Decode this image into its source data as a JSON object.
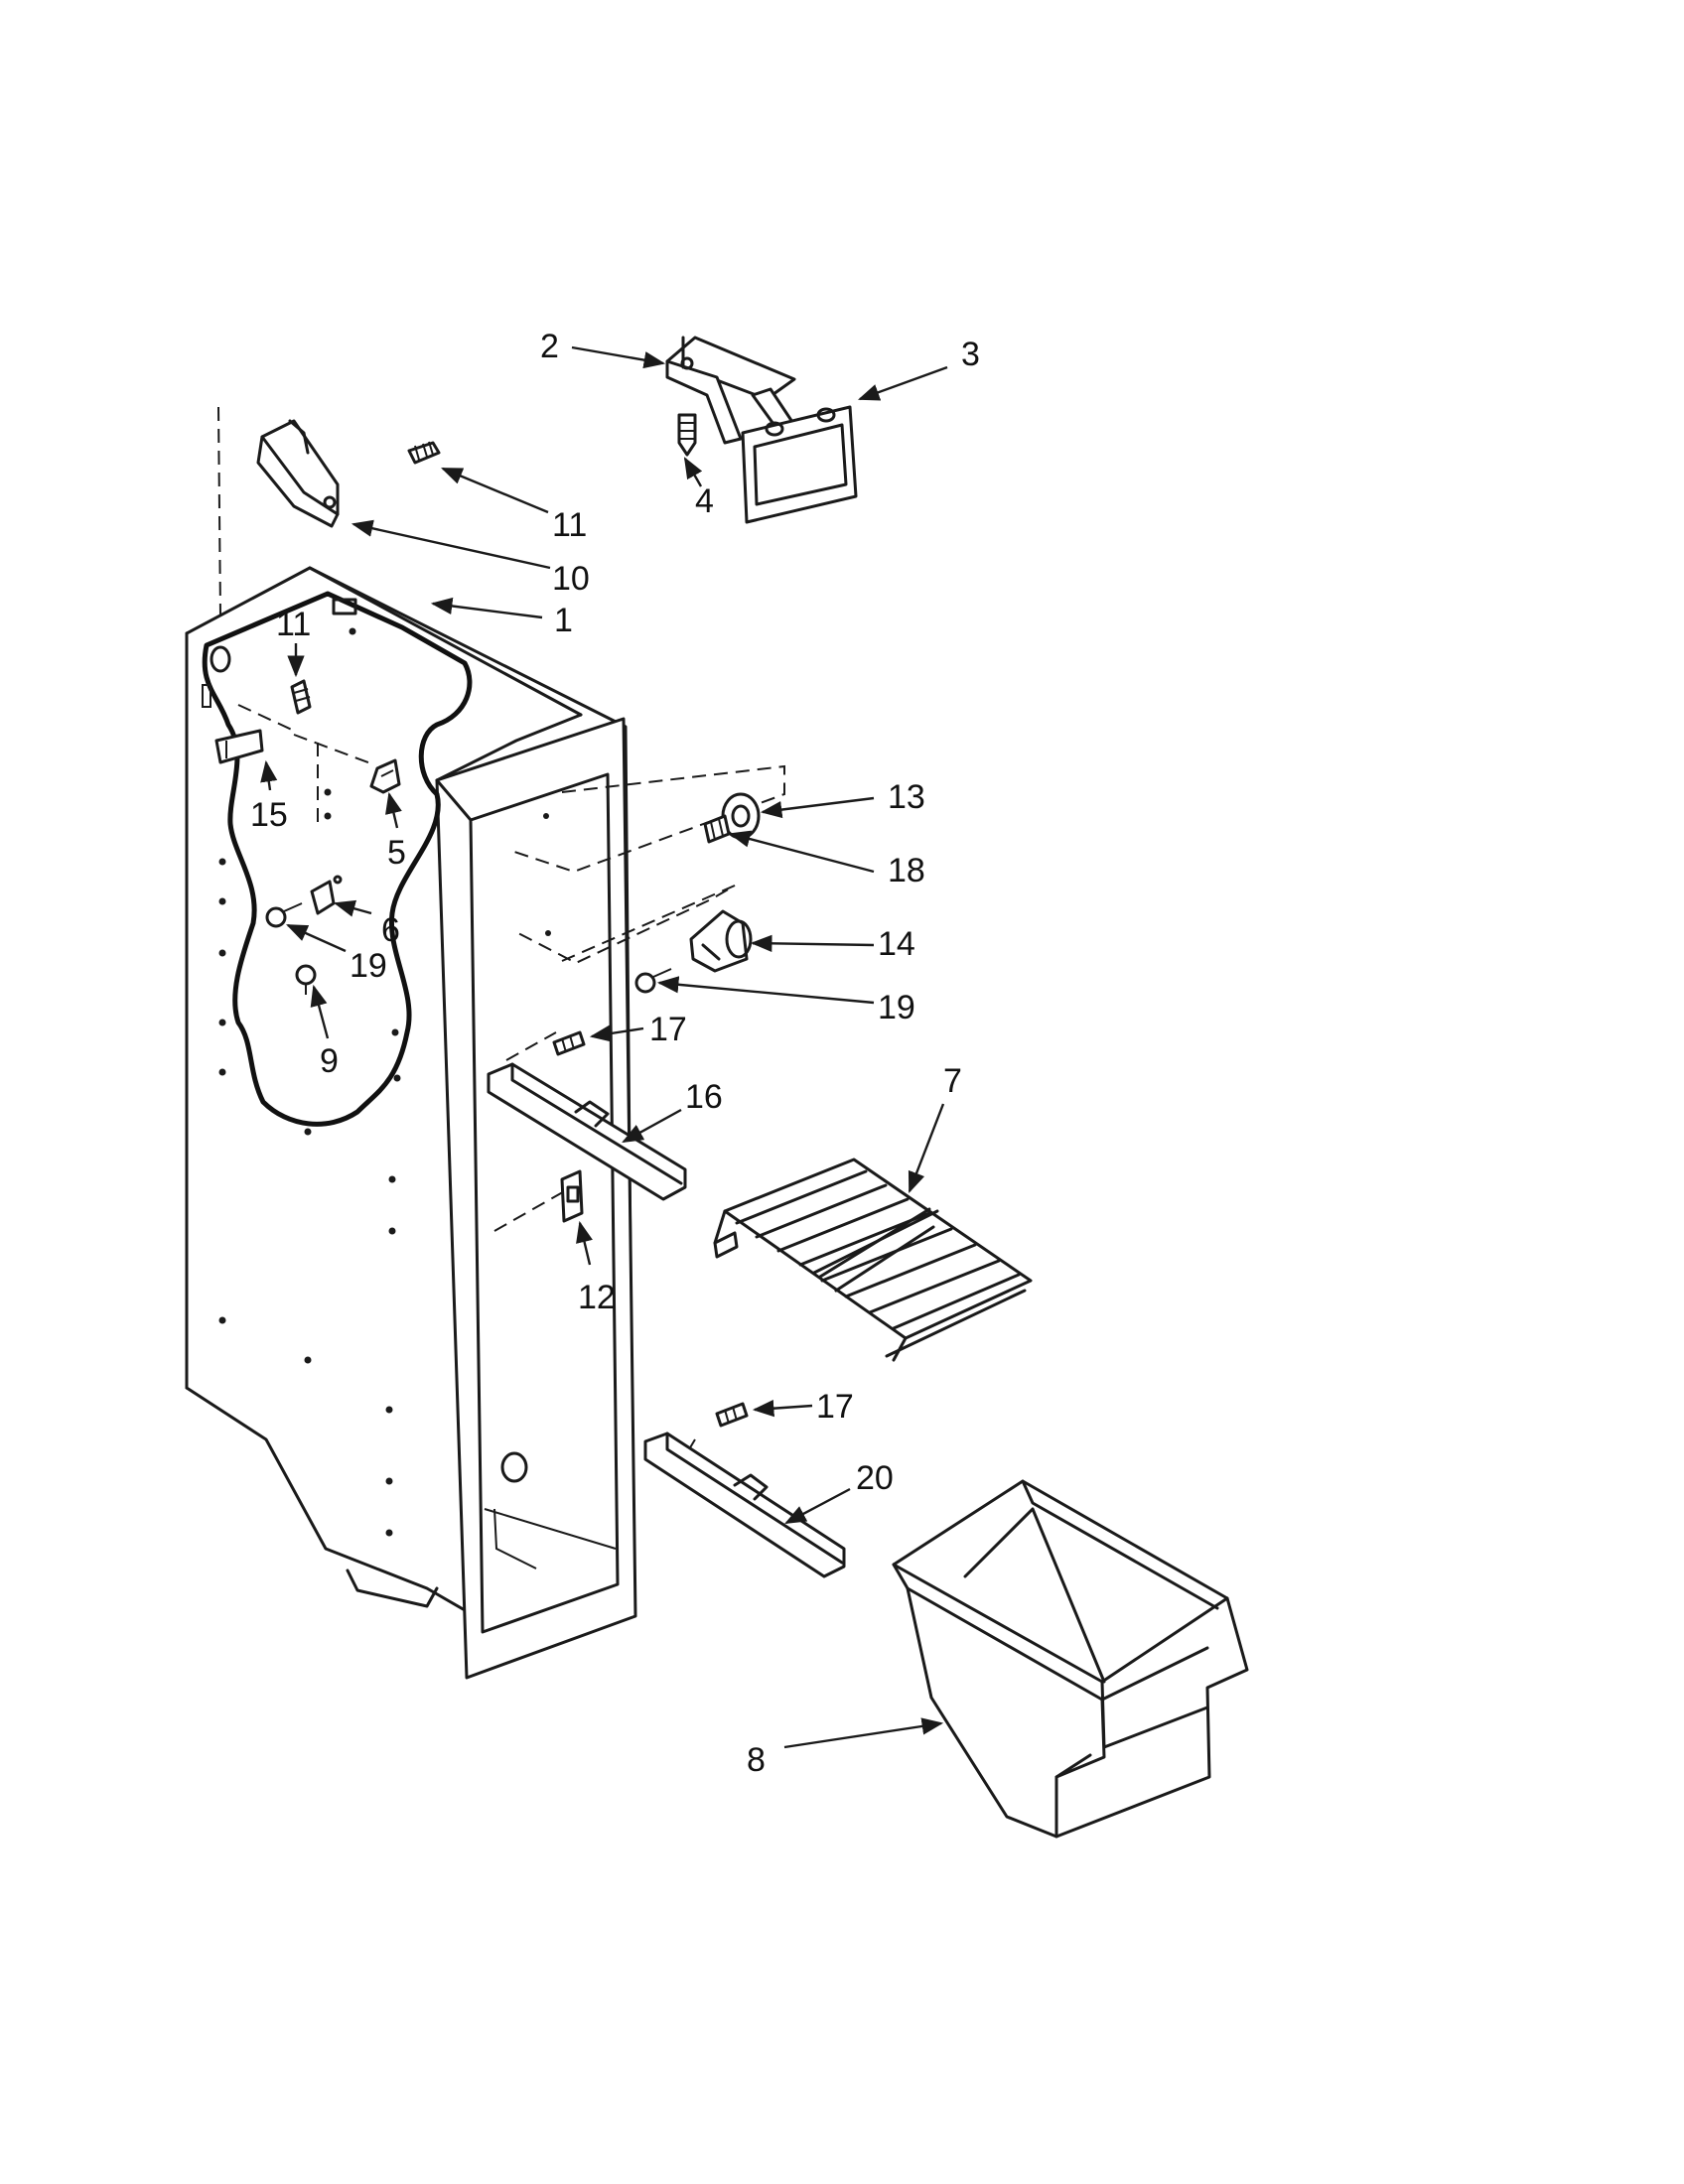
{
  "callouts": [
    {
      "id": "c-2",
      "label": "2"
    },
    {
      "id": "c-3",
      "label": "3"
    },
    {
      "id": "c-4",
      "label": "4"
    },
    {
      "id": "c-11a",
      "label": "11"
    },
    {
      "id": "c-10",
      "label": "10"
    },
    {
      "id": "c-1",
      "label": "1"
    },
    {
      "id": "c-11b",
      "label": "11"
    },
    {
      "id": "c-15",
      "label": "15"
    },
    {
      "id": "c-5",
      "label": "5"
    },
    {
      "id": "c-6",
      "label": "6"
    },
    {
      "id": "c-19a",
      "label": "19"
    },
    {
      "id": "c-9",
      "label": "9"
    },
    {
      "id": "c-13",
      "label": "13"
    },
    {
      "id": "c-18",
      "label": "18"
    },
    {
      "id": "c-14",
      "label": "14"
    },
    {
      "id": "c-19b",
      "label": "19"
    },
    {
      "id": "c-17a",
      "label": "17"
    },
    {
      "id": "c-16",
      "label": "16"
    },
    {
      "id": "c-7",
      "label": "7"
    },
    {
      "id": "c-12",
      "label": "12"
    },
    {
      "id": "c-17b",
      "label": "17"
    },
    {
      "id": "c-20",
      "label": "20"
    },
    {
      "id": "c-8",
      "label": "8"
    }
  ]
}
